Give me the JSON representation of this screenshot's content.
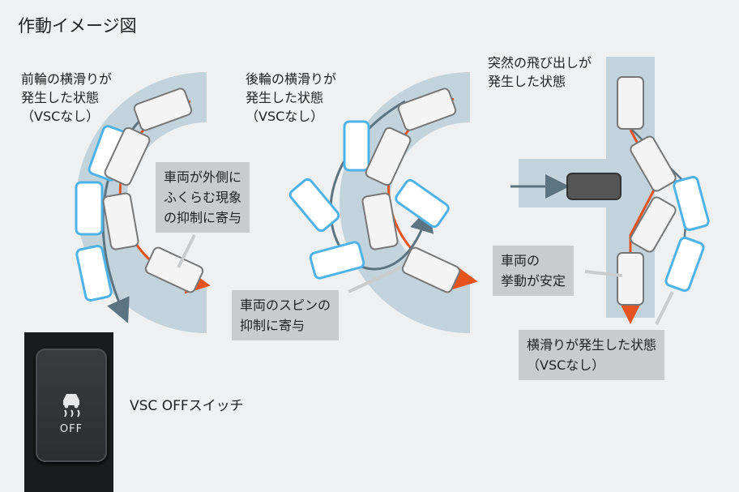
{
  "title": "作動イメージ図",
  "panels": {
    "front": {
      "label": [
        "前輪の横滑りが",
        "発生した状態",
        "（VSCなし）"
      ]
    },
    "rear": {
      "label": [
        "後輪の横滑りが",
        "発生した状態",
        "（VSCなし）"
      ]
    },
    "sudden": {
      "label": [
        "突然の飛び出しが",
        "発生した状態"
      ]
    }
  },
  "callouts": {
    "outward": [
      "車両が外側に",
      "ふくらむ現象",
      "の抑制に寄与"
    ],
    "spin": [
      "車両のスピンの",
      "抑制に寄与"
    ],
    "stable": [
      "車両の",
      "挙動が安定"
    ],
    "sideslip": [
      "横滑りが発生した状態",
      "（VSCなし）"
    ]
  },
  "switch": {
    "caption": "VSC OFFスイッチ",
    "button_text": "OFF",
    "icon": "skid-car-icon"
  },
  "colors": {
    "road": "#c3d3dc",
    "arrow": "#e5541f",
    "vsc_off_car": "#4fb3e8",
    "path": "#5c7380"
  }
}
